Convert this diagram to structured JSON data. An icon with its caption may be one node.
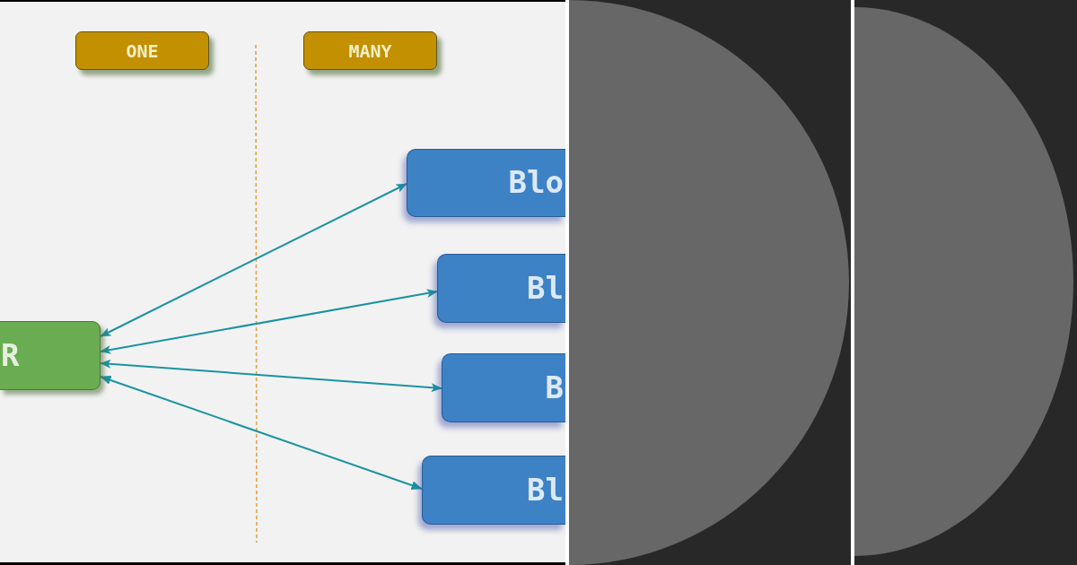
{
  "diagram": {
    "nodes": [
      {
        "text": [
          "ONE"
        ]
      },
      {
        "text": [
          "MANY"
        ]
      },
      {
        "text": [
          "R"
        ]
      },
      {
        "text": [
          "Blo"
        ]
      },
      {
        "text": [
          "Bl"
        ]
      },
      {
        "text": [
          "B"
        ]
      },
      {
        "text": [
          "Bl"
        ]
      }
    ],
    "edges": [
      {
        "from": 2,
        "to": 3,
        "arrow": "both"
      },
      {
        "from": 2,
        "to": 4,
        "arrow": "both"
      },
      {
        "from": 2,
        "to": 5,
        "arrow": "both"
      },
      {
        "from": 2,
        "to": 6,
        "arrow": "both"
      }
    ]
  }
}
